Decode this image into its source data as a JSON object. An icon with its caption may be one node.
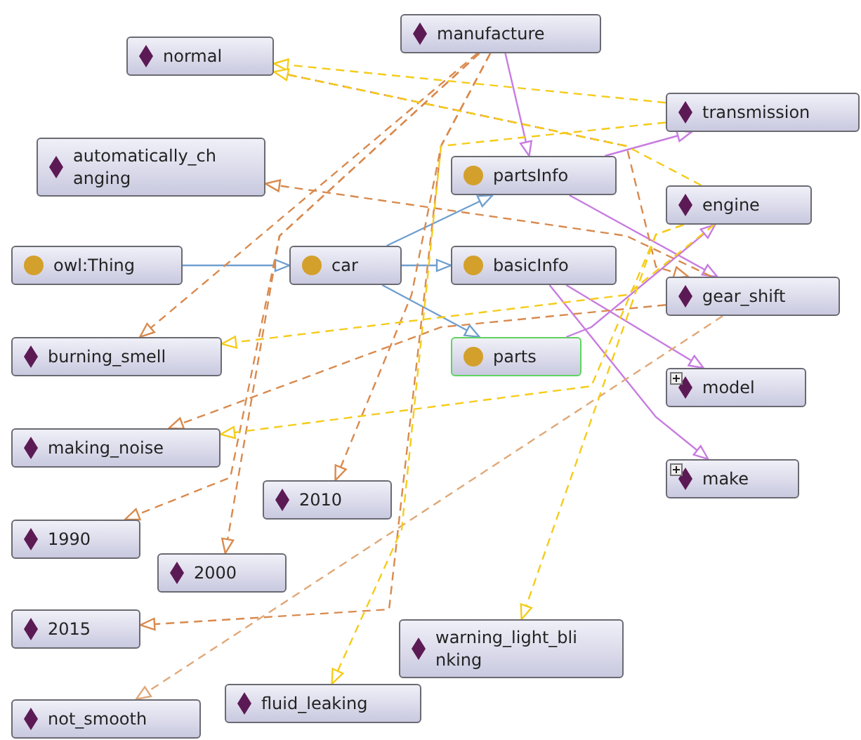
{
  "diagram": {
    "nodes": [
      {
        "text": [
          "manufacture"
        ]
      },
      {
        "text": [
          "normal"
        ]
      },
      {
        "text": [
          "transmission"
        ]
      },
      {
        "text": [
          "automatically_changing"
        ]
      },
      {
        "text": [
          "partsInfo"
        ]
      },
      {
        "text": [
          "engine"
        ]
      },
      {
        "text": [
          "owl:Thing"
        ]
      },
      {
        "text": [
          "car"
        ]
      },
      {
        "text": [
          "basicInfo"
        ]
      },
      {
        "text": [
          "gear_shift"
        ]
      },
      {
        "text": [
          "burning_smell"
        ]
      },
      {
        "text": [
          "parts"
        ]
      },
      {
        "text": [
          "model"
        ]
      },
      {
        "text": [
          "making_noise"
        ]
      },
      {
        "text": [
          "make"
        ]
      },
      {
        "text": [
          "2010"
        ]
      },
      {
        "text": [
          "1990"
        ]
      },
      {
        "text": [
          "2000"
        ]
      },
      {
        "text": [
          "2015"
        ]
      },
      {
        "text": [
          "warning_light_blinking"
        ]
      },
      {
        "text": [
          "fluid_leaking"
        ]
      },
      {
        "text": [
          "not_smooth"
        ]
      }
    ],
    "edges": [
      {
        "from": 6,
        "to": 7,
        "arrow": "to",
        "color": "#6f9fcf"
      },
      {
        "from": 7,
        "to": 4,
        "arrow": "to",
        "color": "#6f9fcf"
      },
      {
        "from": 7,
        "to": 8,
        "arrow": "to",
        "color": "#6f9fcf"
      },
      {
        "from": 7,
        "to": 11,
        "arrow": "to",
        "color": "#6f9fcf"
      },
      {
        "from": 0,
        "to": 4,
        "arrow": "to",
        "color": "#c77ce0"
      },
      {
        "from": 4,
        "to": 2,
        "arrow": "to",
        "color": "#c77ce0"
      },
      {
        "from": 4,
        "to": 9,
        "arrow": "to",
        "color": "#c77ce0"
      },
      {
        "from": 8,
        "to": 12,
        "arrow": "to",
        "color": "#c77ce0"
      },
      {
        "from": 8,
        "to": 14,
        "arrow": "to",
        "color": "#c77ce0"
      },
      {
        "from": 11,
        "to": 5,
        "arrow": "to",
        "color": "#c77ce0"
      },
      {
        "from": 0,
        "to": 10,
        "arrow": "to",
        "style": "dashed",
        "color": "#d98a4e"
      },
      {
        "from": 0,
        "to": 16,
        "arrow": "to",
        "style": "dashed",
        "color": "#d98a4e"
      },
      {
        "from": 0,
        "to": 18,
        "arrow": "to",
        "style": "dashed",
        "color": "#d98a4e"
      },
      {
        "from": 0,
        "to": 17,
        "arrow": "to",
        "style": "dashed",
        "color": "#d98a4e"
      },
      {
        "from": 0,
        "to": 15,
        "arrow": "to",
        "style": "dashed",
        "color": "#d98a4e"
      },
      {
        "from": 9,
        "to": 3,
        "arrow": "to",
        "style": "dashed",
        "color": "#d98a4e"
      },
      {
        "from": 1,
        "to": 9,
        "arrow": "to",
        "style": "dashed",
        "color": "#d98a4e"
      },
      {
        "from": 9,
        "to": 13,
        "arrow": "to",
        "style": "dashed",
        "color": "#d98a4e"
      },
      {
        "from": 9,
        "to": 21,
        "arrow": "to",
        "style": "dashed",
        "color": "#e0a878"
      },
      {
        "from": 2,
        "to": 1,
        "arrow": "to",
        "style": "dashed",
        "color": "#f5cc1a"
      },
      {
        "from": 5,
        "to": 1,
        "arrow": "to",
        "style": "dashed",
        "color": "#f5cc1a"
      },
      {
        "from": 5,
        "to": 10,
        "arrow": "to",
        "style": "dashed",
        "color": "#f5cc1a"
      },
      {
        "from": 5,
        "to": 13,
        "arrow": "to",
        "style": "dashed",
        "color": "#f5cc1a"
      },
      {
        "from": 2,
        "to": 20,
        "arrow": "to",
        "style": "dashed",
        "color": "#f5cc1a"
      },
      {
        "from": 5,
        "to": 19,
        "arrow": "to",
        "style": "dashed",
        "color": "#f5cc1a"
      }
    ]
  }
}
